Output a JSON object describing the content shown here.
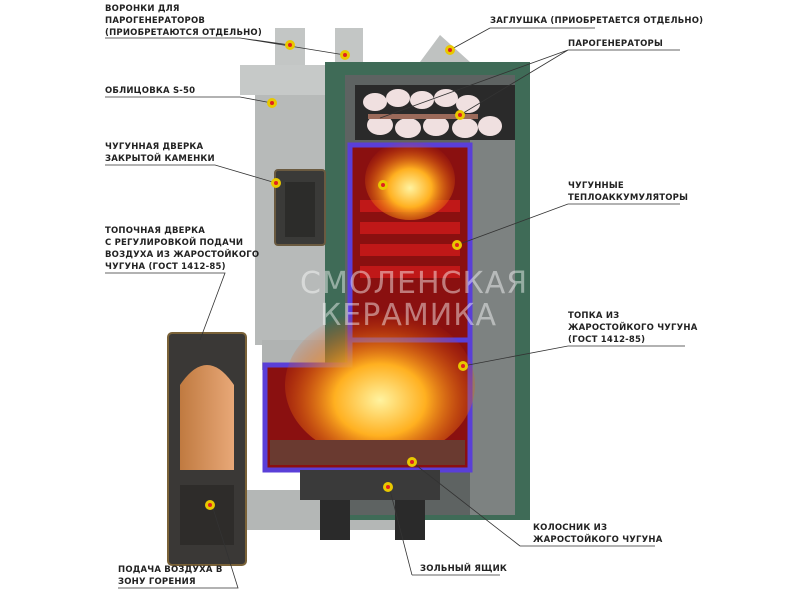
{
  "labels": {
    "funnels": [
      "ВОРОНКИ ДЛЯ",
      "ПАРОГЕНЕРАТОРОВ",
      "(ПРИОБРЕТАЮТСЯ ОТДЕЛЬНО)"
    ],
    "plug": [
      "ЗАГЛУШКА (ПРИОБРЕТАЕТСЯ ОТДЕЛЬНО)"
    ],
    "steam_generators": [
      "ПАРОГЕНЕРАТОРЫ"
    ],
    "cladding": [
      "ОБЛИЦОВКА S-50"
    ],
    "stone_door": [
      "ЧУГУННАЯ ДВЕРКА",
      "ЗАКРЫТОЙ КАМЕНКИ"
    ],
    "heat_accumulators": [
      "ЧУГУННЫЕ",
      "ТЕПЛОАККУМУЛЯТОРЫ"
    ],
    "fire_door": [
      "ТОПОЧНАЯ ДВЕРКА",
      "С РЕГУЛИРОВКОЙ ПОДАЧИ",
      "ВОЗДУХА ИЗ ЖАРОСТОЙКОГО",
      "ЧУГУНА (ГОСТ 1412-85)"
    ],
    "firebox": [
      "ТОПКА ИЗ",
      "ЖАРОСТОЙКОГО ЧУГУНА",
      "(ГОСТ 1412-85)"
    ],
    "grate": [
      "КОЛОСНИК ИЗ",
      "ЖАРОСТОЙКОГО ЧУГУНА"
    ],
    "ash_box": [
      "ЗОЛЬНЫЙ ЯЩИК"
    ],
    "air_supply": [
      "ПОДАЧА ВОЗДУХА В",
      "ЗОНУ ГОРЕНИЯ"
    ]
  },
  "watermark": [
    "СМОЛЕНСКАЯ",
    "КЕРАМИКА"
  ],
  "colors": {
    "casing": "#3f6b57",
    "stone": "#b9bcbb",
    "firebox": "#8a1010",
    "liner": "#5a3fd8",
    "marker": "#e8c800",
    "marker_core": "#e02020"
  }
}
